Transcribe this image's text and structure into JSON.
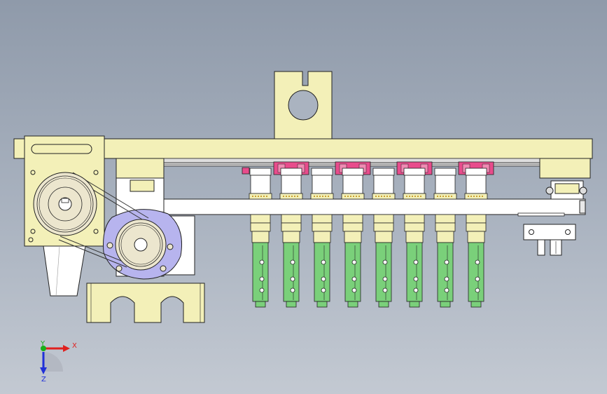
{
  "axes": {
    "x_label": "X",
    "y_label": "Y",
    "z_label": "Z",
    "x_color": "#e0201e",
    "y_color": "#18b018",
    "z_color": "#2030d8"
  },
  "colors": {
    "frame": "#f3f0b8",
    "nozzle_collar": "#e84c8c",
    "gripper_green": "#7ad07a",
    "plate_blue": "#b7b4ee",
    "pulley": "#ece6ce",
    "outline": "#222222"
  },
  "assembly": {
    "nozzle_count": 8,
    "collar_count": 4
  }
}
